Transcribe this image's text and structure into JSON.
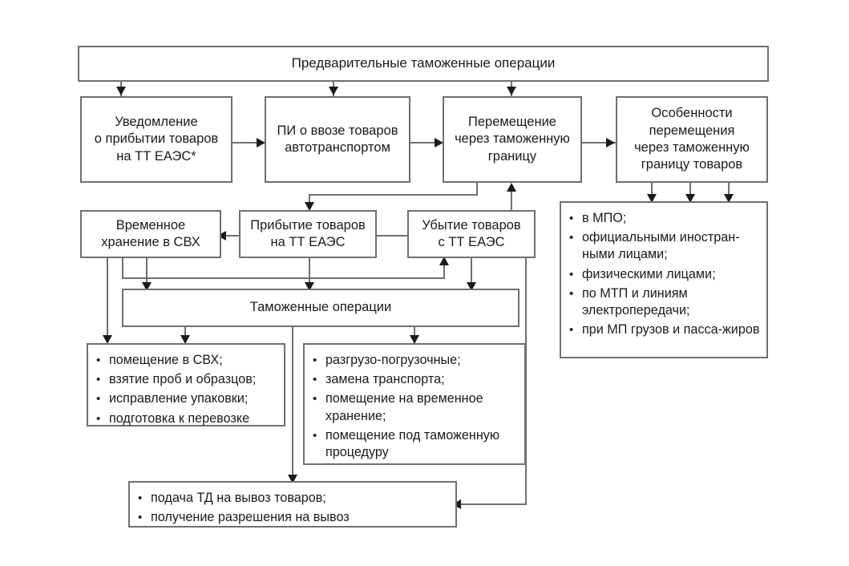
{
  "diagram": {
    "title": "Предварительные таможенные операции",
    "nodes": {
      "header": {
        "label": "Предварительные таможенные операции"
      },
      "notification": {
        "label": "Уведомление\nо прибытии товаров\nна ТТ ЕАЭС*"
      },
      "pi_import": {
        "label": "ПИ о ввозе товаров\nавтотранспортом"
      },
      "border_crossing": {
        "label": "Перемещение\nчерез таможенную\nграницу"
      },
      "crossing_features": {
        "label": "Особенности\nперемещения\nчерез таможенную\nграницу товаров"
      },
      "temp_storage": {
        "label": "Временное\nхранение в СВХ"
      },
      "goods_arrival": {
        "label": "Прибытие товаров\nна ТТ ЕАЭС"
      },
      "goods_departure": {
        "label": "Убытие товаров\nс ТТ ЕАЭС"
      },
      "customs_operations": {
        "label": "Таможенные операции"
      }
    },
    "lists": {
      "crossing_features_items": [
        "в МПО;",
        "официальными иностран-ными лицами;",
        "физическими лицами;",
        "по МТП и линиям электропередачи;",
        "при МП грузов и пасса-жиров"
      ],
      "storage_operations_items": [
        "помещение в СВХ;",
        "взятие проб и образцов;",
        "исправление упаковки;",
        "подготовка к перевозке"
      ],
      "customs_operations_items": [
        "разгрузо-погрузочные;",
        "замена транспорта;",
        "помещение на временное хранение;",
        "помещение под таможенную процедуру"
      ],
      "export_items": [
        "подача ТД на вывоз товаров;",
        "получение разрешения на вывоз"
      ]
    },
    "bullet_glyph": "•",
    "colors": {
      "box_border": "#6f6f6f",
      "connector": "#6f6f6f",
      "arrow_head": "#1b1b1b",
      "text": "#1b1b1b",
      "background": "#ffffff"
    }
  }
}
